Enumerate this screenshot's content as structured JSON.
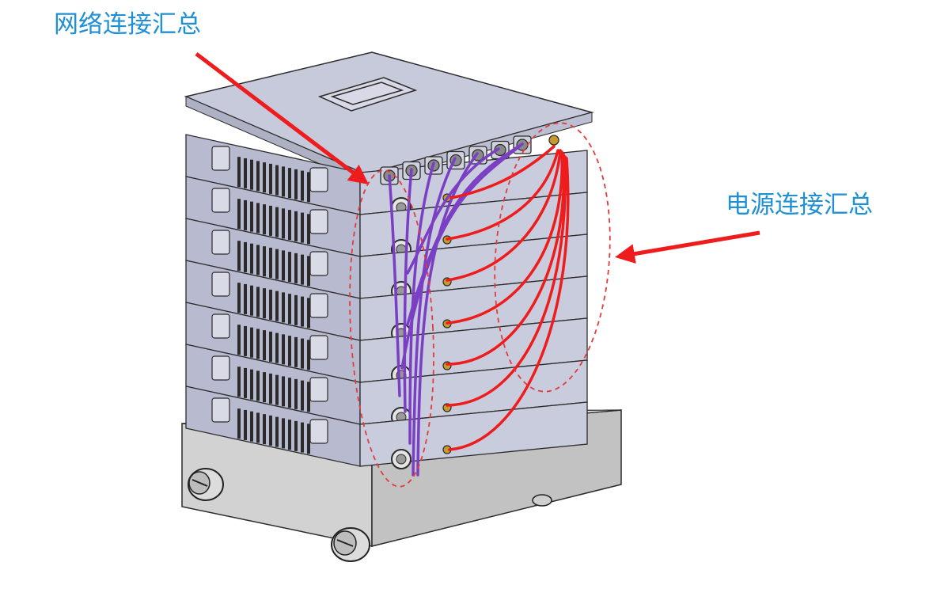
{
  "labels": {
    "network": "网络连接汇总",
    "power": "电源连接汇总"
  },
  "colors": {
    "label_text": "#1f8fd6",
    "arrow": "#ee1c1c",
    "power_cable": "#ee1c1c",
    "network_cable": "#7b3fc4",
    "dashed_outline": "#e23b3b",
    "module_face": "#c9ccdc",
    "module_top": "#b8bbcf",
    "cart_base": "#cdcdcd",
    "vent": "#2a2a2a",
    "outline": "#2b2b2b"
  },
  "diagram": {
    "module_count": 7,
    "top_connector_count": 7,
    "cart_wheel_count": 3
  }
}
